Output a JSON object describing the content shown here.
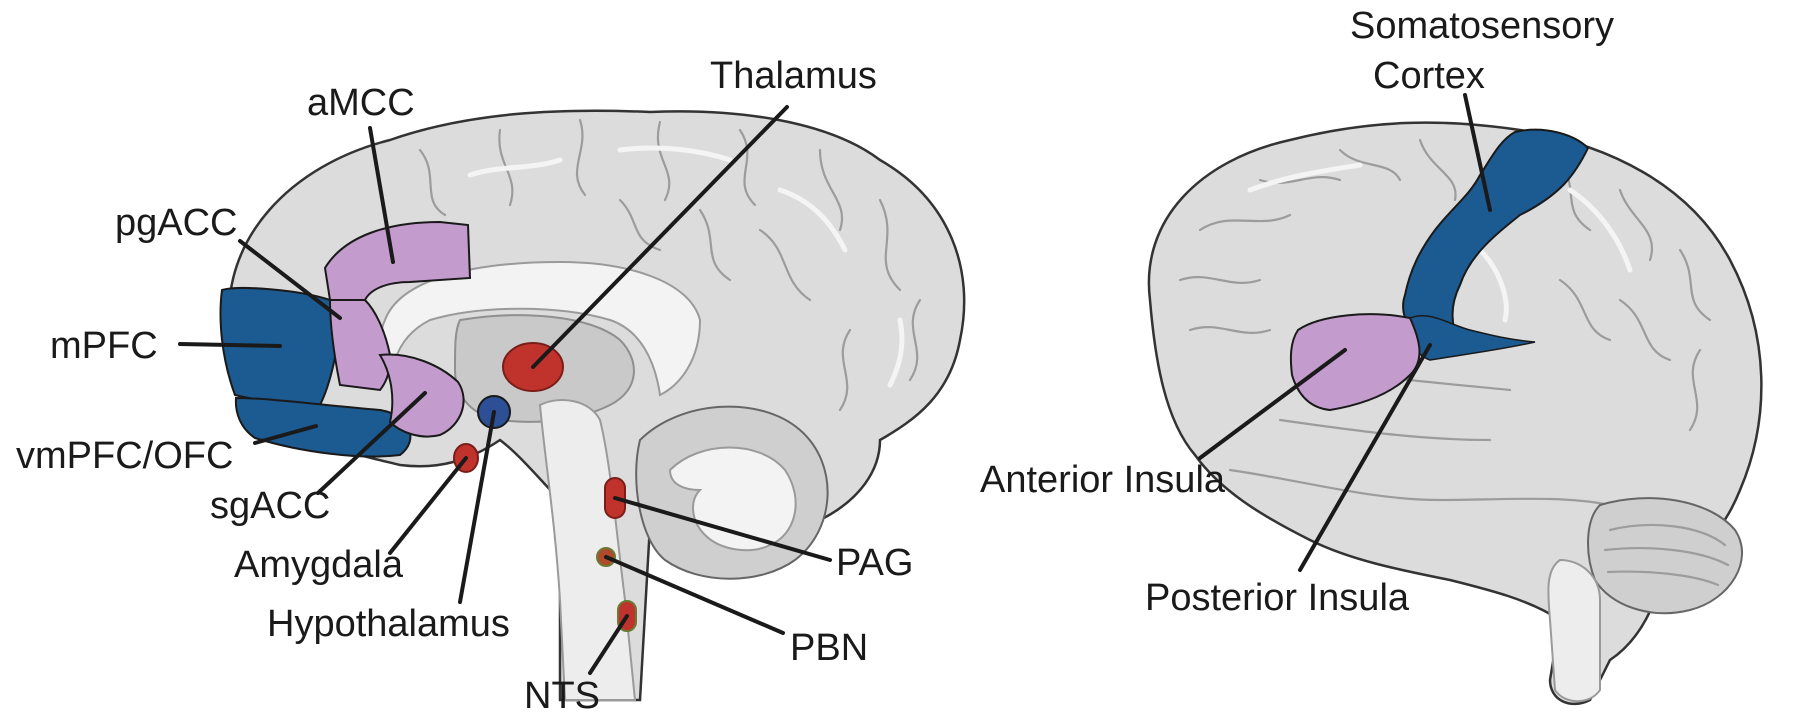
{
  "colors": {
    "blue_region": "#1c5a92",
    "violet_region": "#c39bcc",
    "red_nucleus": "#c0332c",
    "blue_nucleus": "#2d4f95",
    "leader_line": "#1a1a1a"
  },
  "medial_view": {
    "labels": {
      "amcc": "aMCC",
      "pgacc": "pgACC",
      "mpfc": "mPFC",
      "vmpfc_ofc": "vmPFC/OFC",
      "sgacc": "sgACC",
      "amygdala": "Amygdala",
      "hypothalamus": "Hypothalamus",
      "thalamus": "Thalamus",
      "pag": "PAG",
      "pbn": "PBN",
      "nts": "NTS"
    }
  },
  "lateral_view": {
    "labels": {
      "somatosensory_line1": "Somatosensory",
      "somatosensory_line2": "Cortex",
      "anterior_insula": "Anterior Insula",
      "posterior_insula": "Posterior Insula"
    }
  }
}
